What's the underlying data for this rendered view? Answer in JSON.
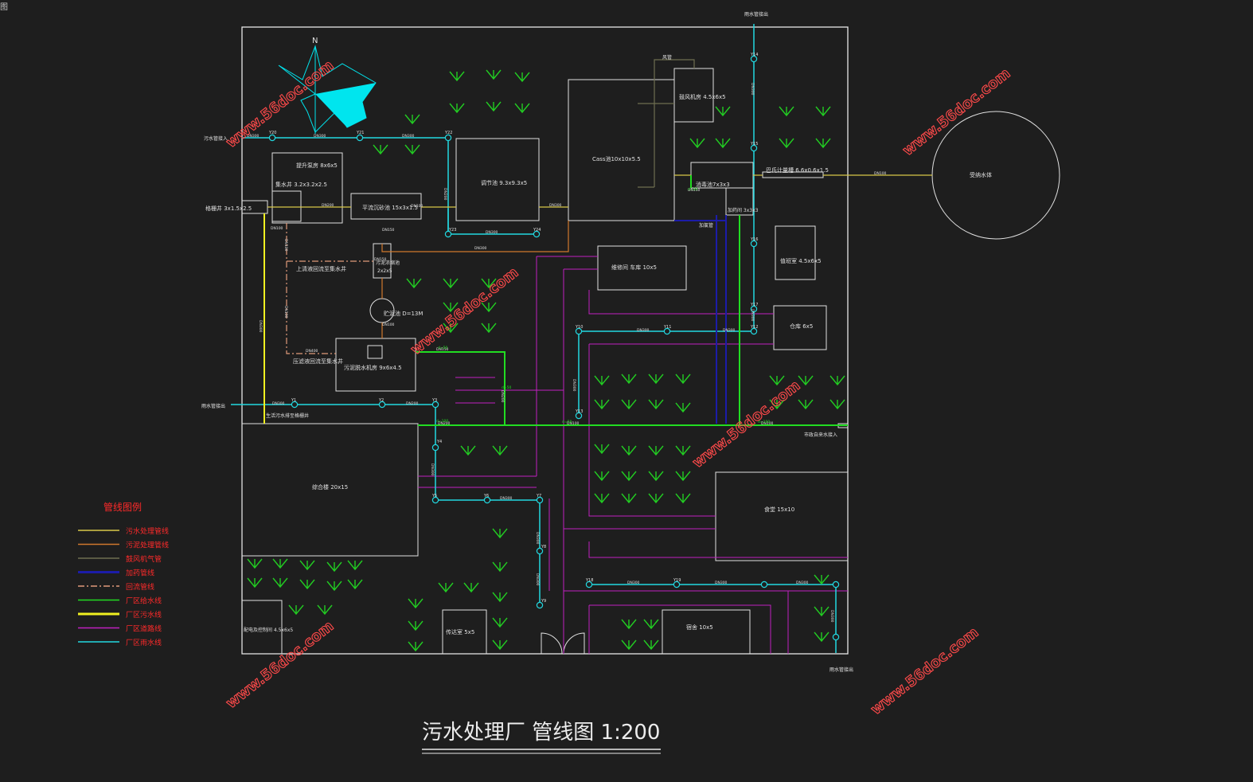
{
  "corner_label": "图",
  "title": "污水处理厂  管线图  1:200",
  "north": "N",
  "watermark": "www.56doc.com",
  "colors": {
    "background": "#1e1e1e",
    "boundary": "#e8e8e8",
    "sewage_treatment": "#d8c848",
    "sludge": "#d0782c",
    "blower_air": "#6e6e50",
    "dosing": "#1c1ca8",
    "return_flow": "#e09a7a",
    "water_supply": "#22dd22",
    "plant_sewage": "#f0f020",
    "road": "#c020c0",
    "rain": "#22d8e0",
    "shrub": "#22cc22",
    "legend_text": "#ff2a2a",
    "watermark": "#ff4a4a",
    "label": "#e0e0e0",
    "compass_fill": "#00e5ee"
  },
  "legend": {
    "title": "管线图例",
    "items": [
      {
        "label": "污水处理管线",
        "color": "#d8c848",
        "style": "solid"
      },
      {
        "label": "污泥处理管线",
        "color": "#d0782c",
        "style": "solid"
      },
      {
        "label": "鼓风机气管",
        "color": "#6e6e50",
        "style": "solid"
      },
      {
        "label": "加药管线",
        "color": "#1c1ca8",
        "style": "thick"
      },
      {
        "label": "回流管线",
        "color": "#e09a7a",
        "style": "dashdot"
      },
      {
        "label": "厂区给水线",
        "color": "#22dd22",
        "style": "solid"
      },
      {
        "label": "厂区污水线",
        "color": "#f0f020",
        "style": "thick"
      },
      {
        "label": "厂区道路线",
        "color": "#c020c0",
        "style": "solid"
      },
      {
        "label": "厂区雨水线",
        "color": "#22d8e0",
        "style": "solid"
      }
    ]
  },
  "facilities": {
    "screen": "格栅井  3x1.5x2.5",
    "lift_pump": "提升泵房  8x6x5",
    "sump": "集水井  3.2x3.2x2.5",
    "grit": "平流沉砂池  15x3x1.5",
    "primary": "调节池  9.3x9.3x5",
    "cass": "Cass池10x10x5.5",
    "blower": "鼓风机房  4.5x6x5",
    "disinfect": "消毒池7x3x3",
    "dosing_room": "加药间  3x3x3",
    "flowmeter": "巴氏计量槽  6.6x0.6x1.5",
    "receiving": "受纳水体",
    "sludge_thicken": "污泥浓缩池\n2x2x5",
    "sludge_tank": "贮泥池  D=13M",
    "sludge_dewater": "污泥脱水机房  9x6x4.5",
    "return_pump": "上清液回流至集水井",
    "filtrate_return": "压滤液回流至集水井",
    "repair": "维修间  车库  10x5",
    "duty": "值班室  4.5x6x5",
    "warehouse": "仓库  6x5",
    "office": "综合楼  20x15",
    "canteen": "食堂  15x10",
    "power": "配电及控制间  4.5x6x5",
    "guard": "传达室  5x5",
    "dorm": "宿舍  10x5",
    "chlorine": "加氯管",
    "sewage_in": "污水管接入",
    "rain_out_w": "雨水管接出",
    "rain_out_n": "雨水管接出",
    "rain_out_s": "雨水管接出",
    "water_in": "市政自来水接入",
    "plant_sewer": "生活污水排至格栅井",
    "air_pipe": "风管"
  },
  "wells": [
    "Y20",
    "Y21",
    "Y22",
    "Y23",
    "Y24",
    "Y1",
    "Y2",
    "Y3",
    "Y4",
    "Y5",
    "Y6",
    "Y7",
    "Y8",
    "Y9",
    "Y10",
    "Y11",
    "Y12",
    "Y13",
    "Y14",
    "Y15",
    "Y16",
    "Y17",
    "Y18",
    "Y19"
  ],
  "pipe_labels": [
    "DN300",
    "DN300",
    "DN300",
    "DN200",
    "DN300",
    "DN300",
    "DN300",
    "DN200",
    "DN150",
    "DN150",
    "DN100",
    "DN100",
    "DN100",
    "DN300",
    "DN300",
    "DN200",
    "DN300",
    "DN300",
    "DN300",
    "DN300",
    "DN300",
    "DN300",
    "DN300",
    "DN300",
    "DN300",
    "DN300",
    "DN300",
    "DN300",
    "DN300",
    "DN100",
    "DN400",
    "DN100",
    "DN100",
    "DN200",
    "DN200",
    "DN100",
    "DN100",
    "DN150",
    "DN150"
  ],
  "water_labels": [
    "d=50",
    "d=100",
    "d=50",
    "d=100",
    "d=50",
    "d=50"
  ]
}
